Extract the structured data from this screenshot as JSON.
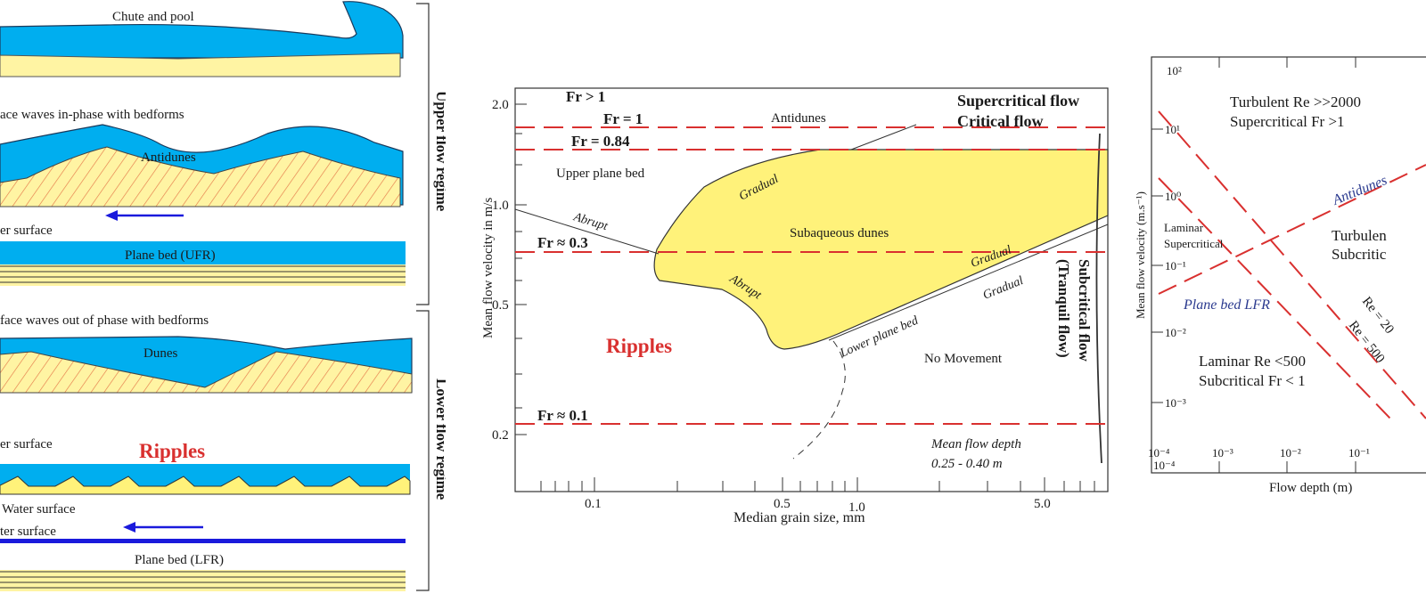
{
  "left": {
    "chute_and_pool": "Chute and pool",
    "inphase_caption": "ace waves in-phase with bedforms",
    "antidunes": "Antidunes",
    "water_surface_1": "er surface",
    "plane_bed_ufr": "Plane bed (UFR)",
    "outphase_caption": "face waves out of phase with bedforms",
    "dunes": "Dunes",
    "water_surface_2": "er surface",
    "ripples": "Ripples",
    "water_surface_3": "Water surface",
    "water_surface_4": "ter surface",
    "plane_bed_lfr": "Plane bed (LFR)",
    "upper_regime": "Upper flow regime",
    "lower_regime": "Lower flow regime"
  },
  "middle": {
    "ylabel": "Mean flow velocity in m/s",
    "xlabel": "Median grain size, mm",
    "y_ticks": [
      "2.0",
      "1.0",
      "0.5",
      "0.2"
    ],
    "x_ticks": [
      "0.1",
      "0.5",
      "1.0",
      "5.0"
    ],
    "froude_lines": [
      "Fr > 1",
      "Fr = 1",
      "Fr = 0.84",
      "Fr ≈ 0.3",
      "Fr ≈ 0.1"
    ],
    "supercritical": "Supercritical flow",
    "critical": "Critical flow",
    "antidunes": "Antidunes",
    "upper_plane_bed": "Upper plane bed",
    "abrupt_1": "Abrupt",
    "abrupt_2": "Abrupt",
    "gradual_1": "Gradual",
    "gradual_2": "Gradual",
    "gradual_3": "Gradual",
    "subaqueous_dunes": "Subaqueous dunes",
    "ripples": "Ripples",
    "lower_plane_bed": "Lower plane bed",
    "no_movement": "No Movement",
    "subcritical": "Subcritical flow",
    "tranquil": "(Tranquil flow)",
    "depth_label": "Mean flow depth",
    "depth_range": "0.25 - 0.40 m"
  },
  "right": {
    "ylabel": "Mean flow velocity (m.s⁻¹)",
    "xlabel": "Flow depth (m)",
    "turbulent_super_1": "Turbulent Re >>2000",
    "turbulent_super_2": "Supercritical Fr >1",
    "laminar_super_1": "Laminar",
    "laminar_super_2": "Supercritical",
    "turbulent_sub_1": "Turbulen",
    "turbulent_sub_2": "Subcritic",
    "laminar_sub_1": "Laminar Re <500",
    "laminar_sub_2": "Subcritical Fr < 1",
    "antidunes": "Antidunes",
    "plane_bed_lfr": "Plane bed LFR",
    "re_2000": "Re = 20",
    "re_500": "Re = 500",
    "ticks_y": [
      "10²",
      "10¹",
      "10⁰",
      "10⁻¹",
      "10⁻²",
      "10⁻³",
      "10⁻⁴"
    ],
    "ticks_x": [
      "10⁻⁴",
      "10⁻³",
      "10⁻²",
      "10⁻¹"
    ]
  },
  "colors": {
    "water": "#00aeef",
    "sand": "#fff4a3",
    "dune_fill": "#fff27a",
    "red_dash": "#d9302f",
    "arrow_blue": "#1a1adc",
    "dark_text": "#1a1a1a",
    "blue_text": "#2b3a8f"
  }
}
